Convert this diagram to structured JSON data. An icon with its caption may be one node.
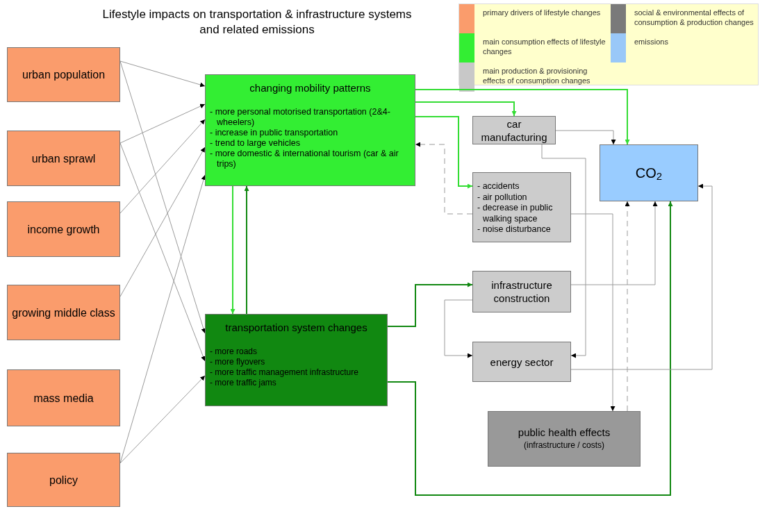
{
  "diagram": {
    "title": "Lifestyle impacts on transportation & infrastructure systems and related emissions",
    "nodes": [
      {
        "text": [
          "urban population"
        ]
      },
      {
        "text": [
          "urban sprawl"
        ]
      },
      {
        "text": [
          "income growth"
        ]
      },
      {
        "text": [
          "growing middle class"
        ]
      },
      {
        "text": [
          "mass media"
        ]
      },
      {
        "text": [
          "policy"
        ]
      },
      {
        "text": [
          "changing mobility patterns",
          "- more personal motorised transportation (2&4-wheelers)",
          "- increase in public transportation",
          "- trend to large vehicles",
          "- more domestic & international tourism (car & air trips)"
        ]
      },
      {
        "text": [
          "transportation system changes",
          "- more roads",
          "- more flyovers",
          "- more traffic management infrastructure",
          "- more traffic jams"
        ]
      },
      {
        "text": [
          "car manufacturing"
        ]
      },
      {
        "text": [
          "- accidents",
          "- air pollution",
          "- decrease in public walking space",
          "- noise disturbance"
        ]
      },
      {
        "text": [
          "infrastructure construction"
        ]
      },
      {
        "text": [
          "energy sector"
        ]
      },
      {
        "text": [
          "public health effects",
          "(infrastructure / costs)"
        ]
      },
      {
        "text": [
          "CO$_{2}$"
        ]
      }
    ],
    "edges": [
      {
        "from": 0,
        "to": 6,
        "arrow": "to"
      },
      {
        "from": 0,
        "to": 7,
        "arrow": "to"
      },
      {
        "from": 1,
        "to": 6,
        "arrow": "to"
      },
      {
        "from": 1,
        "to": 7,
        "arrow": "to"
      },
      {
        "from": 2,
        "to": 6,
        "arrow": "to"
      },
      {
        "from": 3,
        "to": 6,
        "arrow": "to"
      },
      {
        "from": 5,
        "to": 6,
        "arrow": "to"
      },
      {
        "from": 5,
        "to": 7,
        "arrow": "to"
      },
      {
        "from": 6,
        "to": 13,
        "arrow": "to",
        "color": "#33dd33"
      },
      {
        "from": 6,
        "to": 8,
        "arrow": "to",
        "color": "#33dd33"
      },
      {
        "from": 6,
        "to": 9,
        "arrow": "to",
        "color": "#33dd33"
      },
      {
        "from": 6,
        "to": 7,
        "arrow": "to",
        "color": "#33dd33"
      },
      {
        "from": 7,
        "to": 6,
        "arrow": "to",
        "color": "#118811"
      },
      {
        "from": 7,
        "to": 10,
        "arrow": "to",
        "color": "#118811"
      },
      {
        "from": 7,
        "to": 13,
        "arrow": "to",
        "color": "#118811"
      },
      {
        "from": 8,
        "to": 13,
        "arrow": "to"
      },
      {
        "from": 8,
        "to": 11,
        "arrow": "to"
      },
      {
        "from": 9,
        "to": 6,
        "arrow": "to",
        "style": "dashed"
      },
      {
        "from": 9,
        "to": 12,
        "arrow": "to"
      },
      {
        "from": 10,
        "to": 13,
        "arrow": "to"
      },
      {
        "from": 10,
        "to": 11,
        "arrow": "to"
      },
      {
        "from": 11,
        "to": 13,
        "arrow": "to"
      },
      {
        "from": 12,
        "to": 13,
        "arrow": "to",
        "style": "dashed"
      }
    ],
    "legend": [
      {
        "text": "primary drivers of lifestyle changes",
        "color": "#fa9c6c"
      },
      {
        "text": "main consumption effects of lifestyle changes",
        "color": "#33ee33"
      },
      {
        "text": "main production & provisioning effects of consumption changes",
        "color": "#c8c8c8"
      },
      {
        "text": "social & environmental effects of consumption & production changes",
        "color": "#7a7a7a"
      },
      {
        "text": "emissions",
        "color": "#99c8f8"
      }
    ]
  }
}
